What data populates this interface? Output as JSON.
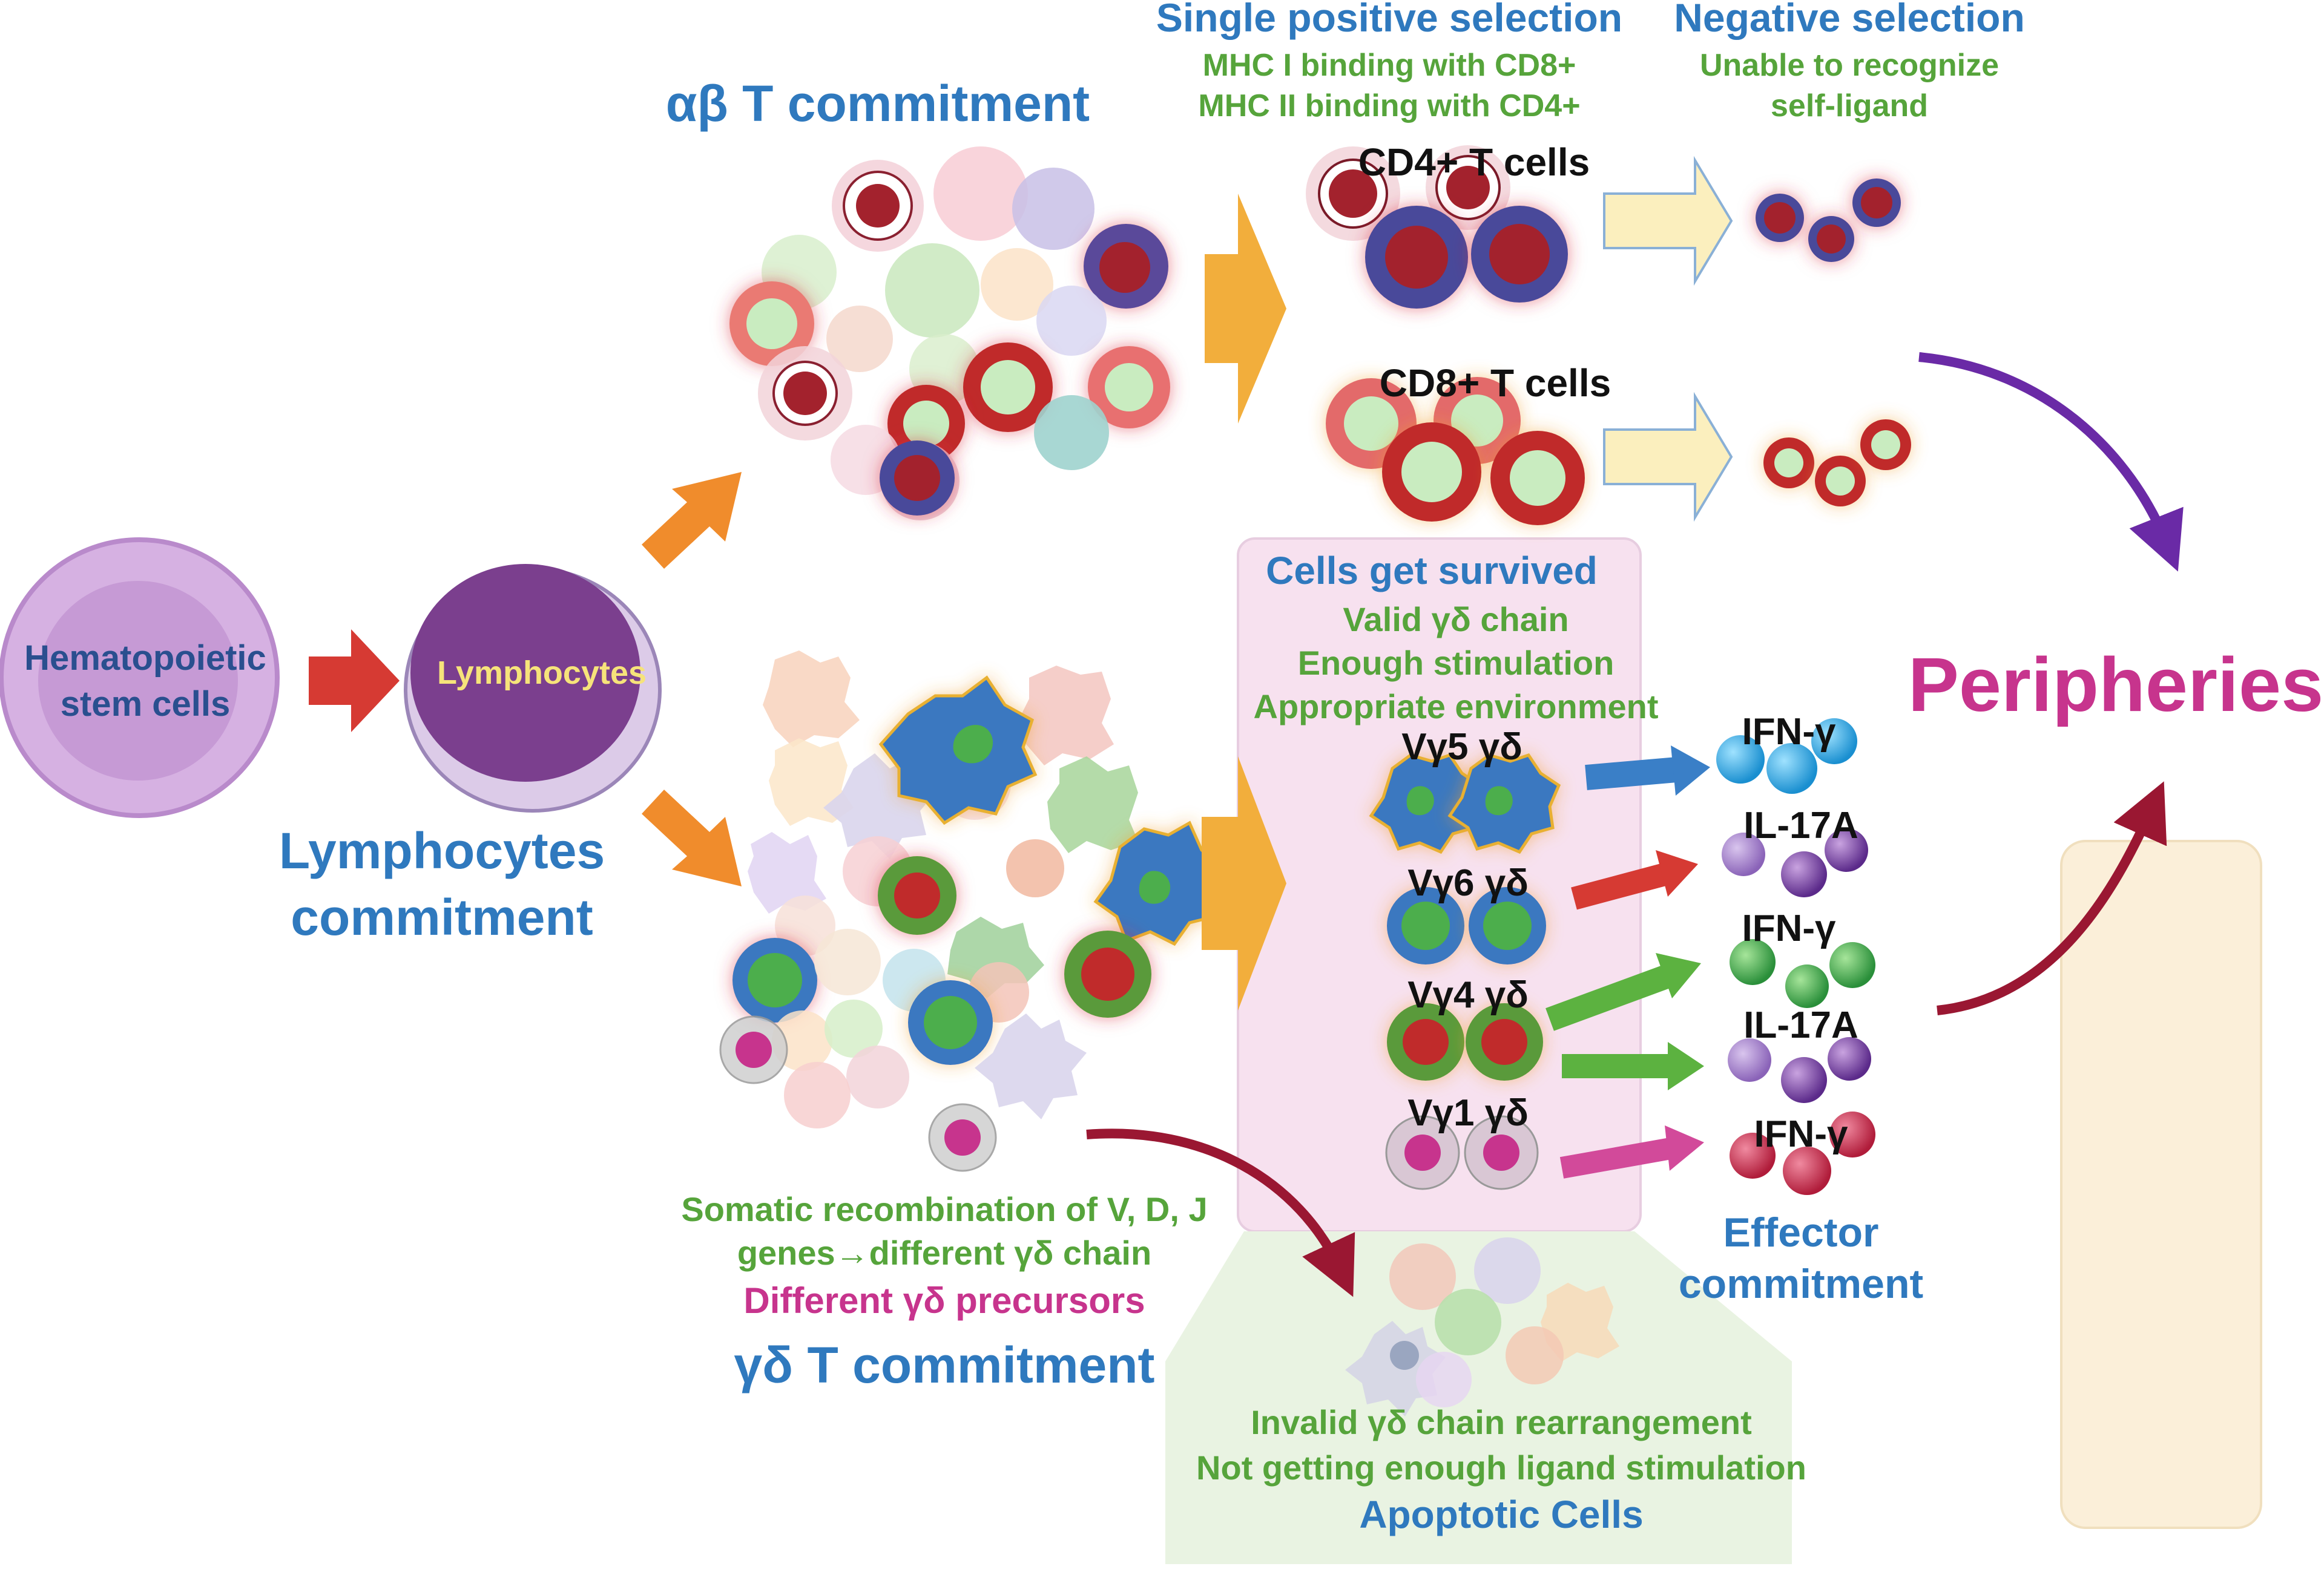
{
  "colors": {
    "heading_blue": "#2f79be",
    "criteria_green": "#56a43b",
    "peripheries_magenta": "#c7348d",
    "stem_cell_purple": "#d6b1e2",
    "lymphocyte_purple": "#7b3f8e"
  },
  "stem_cell": {
    "label_line1": "Hematopoietic",
    "label_line2": "stem cells"
  },
  "lymphocyte": {
    "label": "Lymphocytes"
  },
  "lymphocytes_commitment": {
    "line1": "Lymphocytes",
    "line2": "commitment"
  },
  "ab_branch": {
    "title": "αβ T commitment",
    "single_positive": {
      "title": "Single positive selection",
      "line1": "MHC I binding with CD8+",
      "line2": "MHC II binding with CD4+"
    },
    "negative_selection": {
      "title": "Negative selection",
      "line1": "Unable to recognize",
      "line2": "self-ligand"
    },
    "cd4_label": "CD4+ T cells",
    "cd8_label": "CD8+ T cells"
  },
  "gd_branch": {
    "title": "γδ T commitment",
    "recombination_line1": "Somatic recombination of V, D, J",
    "recombination_line2": "genes→different γδ chain",
    "precursors": "Different γδ precursors"
  },
  "survival_box": {
    "title": "Cells get survived",
    "criteria": [
      "Valid γδ chain",
      "Enough stimulation",
      "Appropriate environment"
    ],
    "subsets": [
      {
        "label": "Vγ5 γδ",
        "cytokine": "IFN-γ"
      },
      {
        "label": "Vγ6 γδ",
        "cytokine": "IL-17A"
      },
      {
        "label": "Vγ4 γδ",
        "cytokine": "IFN-γ"
      },
      {
        "label": "",
        "cytokine": "IL-17A"
      },
      {
        "label": "Vγ1 γδ",
        "cytokine": "IFN-γ"
      }
    ]
  },
  "effector": {
    "line1": "Effector",
    "line2": "commitment"
  },
  "apoptotic": {
    "line1": "Invalid γδ chain rearrangement",
    "line2": "Not getting enough ligand stimulation",
    "title": "Apoptotic Cells"
  },
  "peripheries": {
    "label": "Peripheries"
  }
}
